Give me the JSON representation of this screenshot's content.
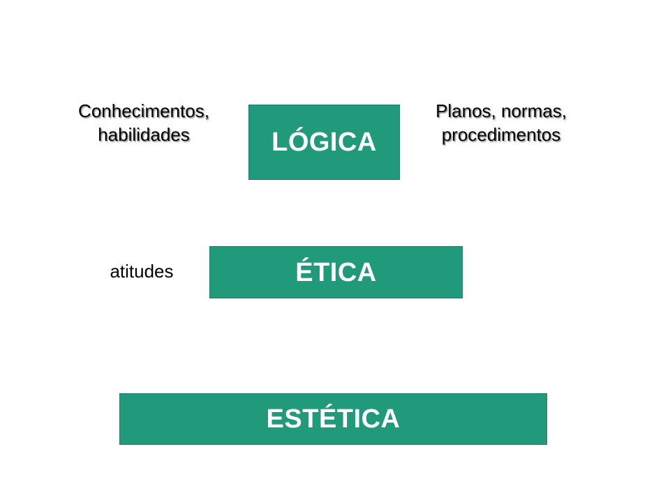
{
  "slide": {
    "background_color": "#ffffff",
    "accent_color": "#219a7c",
    "accent_border_color": "#1d7f68",
    "label_text_color": "#ffffff",
    "annotation_text_color": "#000000"
  },
  "bars": [
    {
      "key": "logica",
      "label": "LÓGICA",
      "level": 1
    },
    {
      "key": "etica",
      "label": "ÉTICA",
      "level": 2
    },
    {
      "key": "estetica",
      "label": "ESTÉTICA",
      "level": 3
    }
  ],
  "annotations": [
    {
      "key": "left_top",
      "text": "Conhecimentos,\nhabilidades",
      "relates_to": "LÓGICA",
      "side": "left"
    },
    {
      "key": "right_top",
      "text": "Planos, normas,\nprocedimentos",
      "relates_to": "LÓGICA",
      "side": "right"
    },
    {
      "key": "left_mid",
      "text": "atitudes",
      "relates_to": "ÉTICA",
      "side": "left"
    }
  ]
}
